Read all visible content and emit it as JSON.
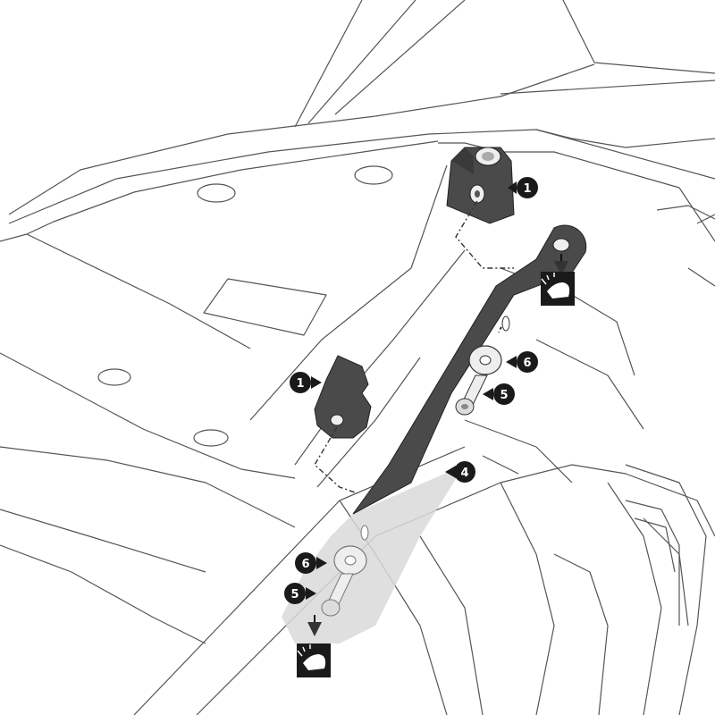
{
  "labels": {
    "bracket_top": "1",
    "bracket_bottom": "1",
    "bar": "4",
    "screw_upper": "5",
    "washer_upper": "6",
    "screw_lower": "5",
    "washer_lower": "6"
  },
  "icons": {
    "torque_upper": "torque-wrench-icon",
    "torque_lower": "torque-wrench-icon"
  },
  "colors": {
    "line": "#333333",
    "part_fill": "#4a4a4a",
    "part_dark": "#3a3a3a",
    "ghost_fill": "#d9d9d9",
    "highlight": "#eeeeee",
    "background": "#ffffff"
  }
}
